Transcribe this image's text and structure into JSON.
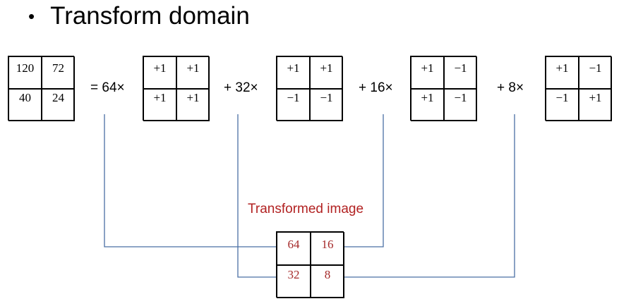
{
  "title": "Transform domain",
  "bullet": "•",
  "original_matrix": [
    [
      "120",
      "72"
    ],
    [
      "40",
      "24"
    ]
  ],
  "terms": [
    {
      "operator": "= 64×",
      "basis": [
        [
          "+1",
          "+1"
        ],
        [
          "+1",
          "+1"
        ]
      ]
    },
    {
      "operator": "+ 32×",
      "basis": [
        [
          "+1",
          "+1"
        ],
        [
          "−1",
          "−1"
        ]
      ]
    },
    {
      "operator": "+ 16×",
      "basis": [
        [
          "+1",
          "−1"
        ],
        [
          "+1",
          "−1"
        ]
      ]
    },
    {
      "operator": "+ 8×",
      "basis": [
        [
          "+1",
          "−1"
        ],
        [
          "−1",
          "+1"
        ]
      ]
    }
  ],
  "transformed_label": "Transformed image",
  "transformed_matrix": [
    [
      "64",
      "16"
    ],
    [
      "32",
      "8"
    ]
  ],
  "colors": {
    "connector": "#4a6fa5",
    "transformed_text": "#b22222"
  }
}
